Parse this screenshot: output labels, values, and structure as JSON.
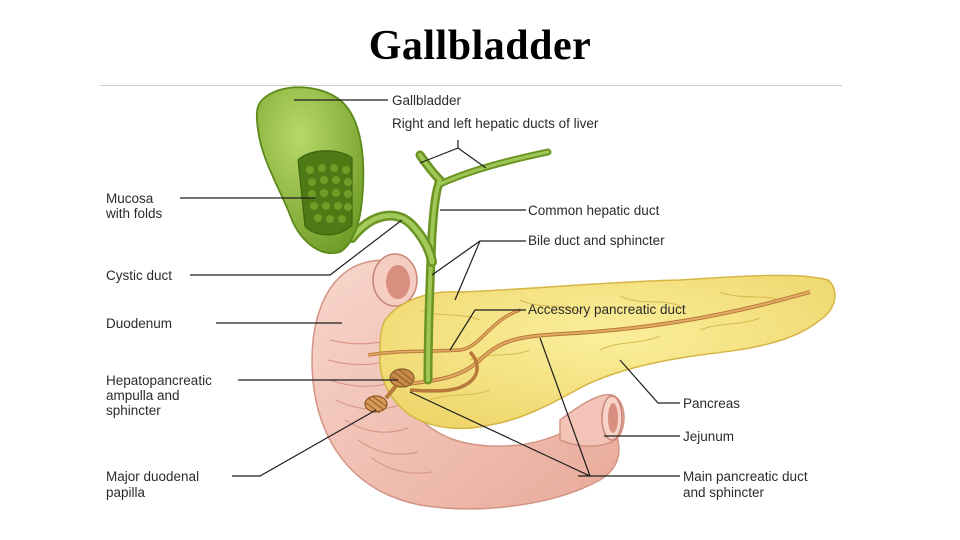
{
  "title": "Gallbladder",
  "labels": {
    "gallbladder": "Gallbladder",
    "hepatic_ducts": "Right and left hepatic ducts of liver",
    "mucosa_1": "Mucosa",
    "mucosa_2": "with folds",
    "common_hepatic_duct": "Common hepatic duct",
    "bile_duct": "Bile duct and sphincter",
    "cystic_duct": "Cystic duct",
    "accessory_pancreatic_duct": "Accessory pancreatic duct",
    "duodenum": "Duodenum",
    "hepatopancreatic_1": "Hepatopancreatic",
    "hepatopancreatic_2": "ampulla and",
    "hepatopancreatic_3": "sphincter",
    "pancreas": "Pancreas",
    "jejunum": "Jejunum",
    "major_papilla_1": "Major duodenal",
    "major_papilla_2": "papilla",
    "main_pancreatic_1": "Main pancreatic duct",
    "main_pancreatic_2": "and sphincter"
  },
  "colors": {
    "gallbladder": "#8db83a",
    "gallbladder_dark": "#5f8a1e",
    "pancreas": "#f5e27a",
    "pancreas_edge": "#d9b940",
    "duodenum": "#f3c7bb",
    "duodenum_edge": "#d99a8c",
    "duct": "#c78a45"
  }
}
